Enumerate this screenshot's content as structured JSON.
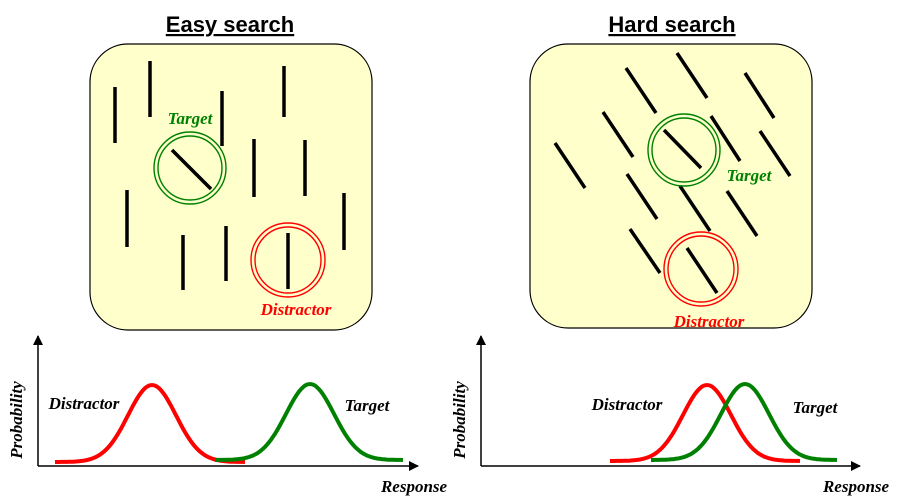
{
  "panels": [
    {
      "title": "Easy search",
      "target_label": "Target",
      "distractor_label": "Distractor",
      "graph": {
        "ylabel": "Probability",
        "xlabel": "Response",
        "distractor_label": "Distractor",
        "target_label": "Target"
      }
    },
    {
      "title": "Hard search",
      "target_label": "Target",
      "distractor_label": "Distractor",
      "graph": {
        "ylabel": "Probability",
        "xlabel": "Response",
        "distractor_label": "Distractor",
        "target_label": "Target"
      }
    }
  ],
  "colors": {
    "box_fill": "#ffffcc",
    "line": "#000000",
    "target": "#008000",
    "distractor": "#ff0000"
  }
}
